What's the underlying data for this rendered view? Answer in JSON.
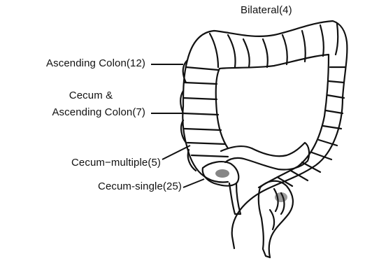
{
  "labels": {
    "bilateral": "Bilateral(4)",
    "ascending_colon": "Ascending Colon(12)",
    "cecum_ascending_line1": "Cecum &",
    "cecum_ascending_line2": "Ascending Colon(7)",
    "cecum_multiple": "Cecum−multiple(5)",
    "cecum_single": "Cecum-single(25)"
  }
}
